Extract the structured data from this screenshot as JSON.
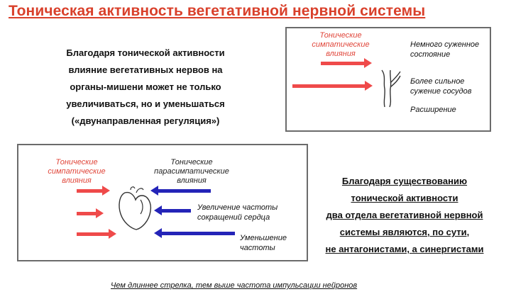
{
  "title": "Тоническая активность вегетативной нервной системы",
  "left_text": {
    "lines": [
      "Благодаря тонической активности",
      "влияние вегетативных нервов на",
      "органы-мишени может не только",
      "увеличиваться, но и уменьшаться",
      "(«двунаправленная регуляция»)"
    ]
  },
  "vessel_box": {
    "sympathetic_label": "Тонические симпатические влияния",
    "states": [
      "Немного суженное состояние",
      "Более сильное сужение сосудов",
      "Расширение"
    ]
  },
  "heart_box": {
    "sympathetic_label": "Тонические симпатические влияния",
    "parasympathetic_label": "Тонические парасимпатические влияния",
    "increase_label": "Увеличение частоты сокращений сердца",
    "decrease_label": "Уменьшение частоты"
  },
  "right_text": {
    "lines": [
      "Благодаря существованию",
      "тонической активности",
      "два отдела вегетативной нервной",
      "системы являются, по сути,",
      "не антагонистами, а синергистами"
    ]
  },
  "footnote": "Чем длиннее стрелка, тем выше частота импульсации нейронов",
  "colors": {
    "title": "#d9402b",
    "sympathetic": "#ef4a4a",
    "parasympathetic": "#2424b8"
  }
}
